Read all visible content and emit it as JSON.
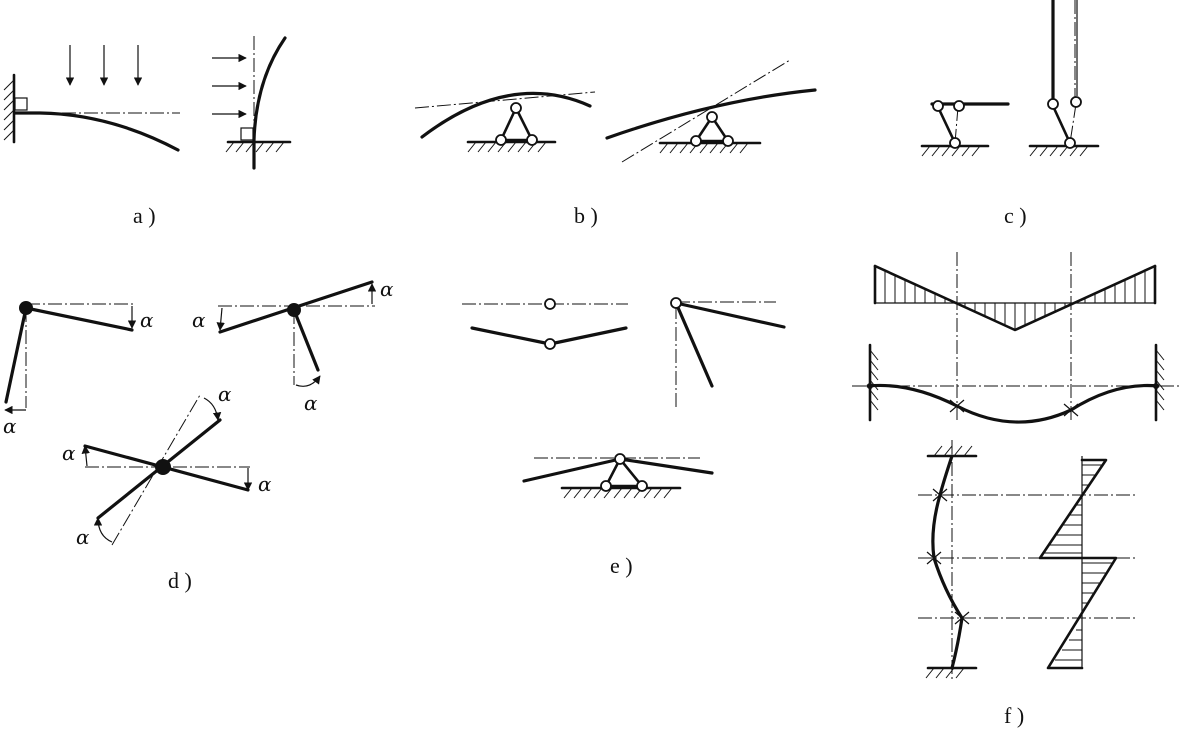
{
  "panels": [
    {
      "id": "a",
      "label": "a )"
    },
    {
      "id": "b",
      "label": "b )"
    },
    {
      "id": "c",
      "label": "c )"
    },
    {
      "id": "d",
      "label": "d )"
    },
    {
      "id": "e",
      "label": "e )"
    },
    {
      "id": "f",
      "label": "f )"
    }
  ],
  "symbols": {
    "angle": "α"
  }
}
